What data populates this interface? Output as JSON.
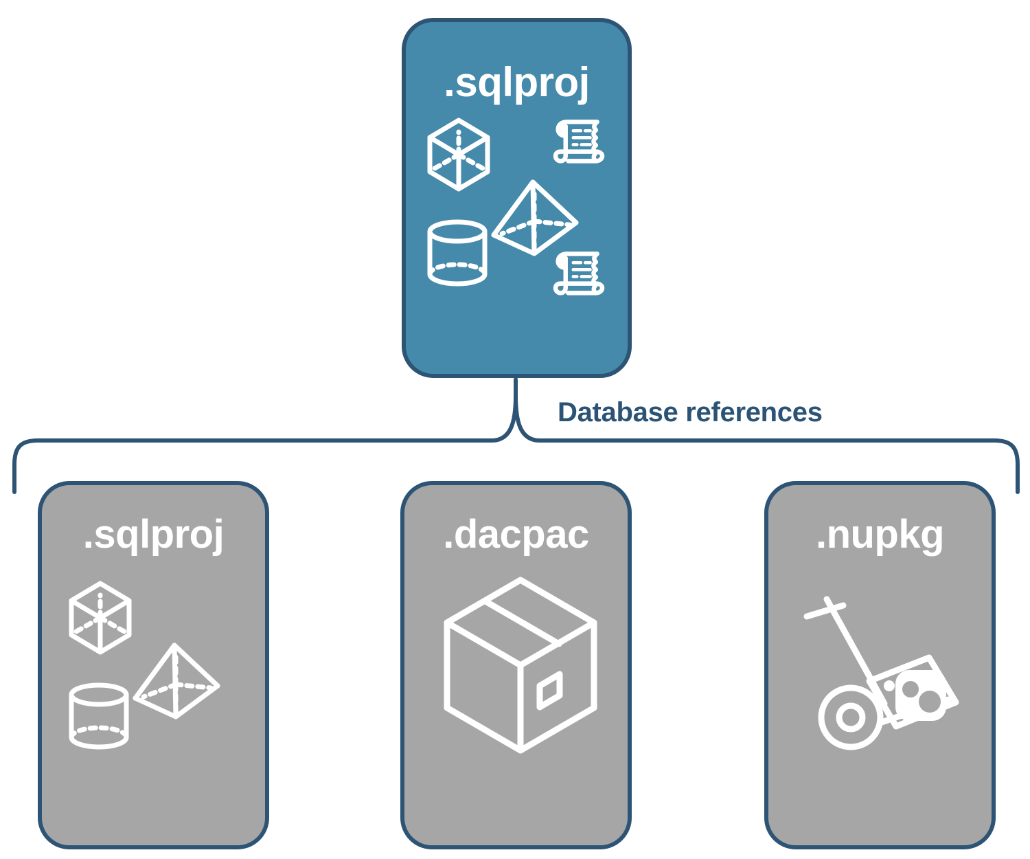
{
  "diagram": {
    "title_text": "Database references",
    "colors": {
      "accent_blue": "#4589ab",
      "grey": "#a6a6a6",
      "outline_navy": "#2d5474",
      "label_navy": "#2a5375",
      "icon_white": "#ffffff",
      "background": "#ffffff"
    },
    "root": {
      "label": ".sqlproj",
      "icons": [
        "cube-wireframe-icon",
        "pyramid-wireframe-icon",
        "cylinder-wireframe-icon",
        "scroll-script-icon",
        "scroll-script-icon"
      ]
    },
    "connector": {
      "kind": "curly-brace",
      "label": "Database references"
    },
    "references": [
      {
        "label": ".sqlproj",
        "icons": [
          "cube-wireframe-icon",
          "pyramid-wireframe-icon",
          "cylinder-wireframe-icon"
        ]
      },
      {
        "label": ".dacpac",
        "icons": [
          "package-box-icon"
        ]
      },
      {
        "label": ".nupkg",
        "icons": [
          "hand-truck-package-icon"
        ]
      }
    ]
  }
}
